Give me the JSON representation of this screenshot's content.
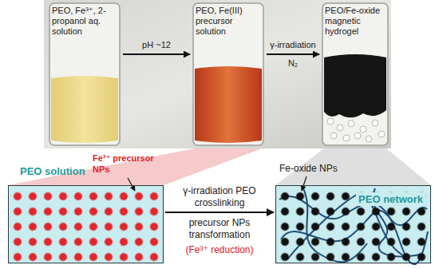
{
  "diagram": {
    "nodes": [
      {
        "text": [
          "PEO, Fe³⁺, 2-propanol aq. solution"
        ]
      },
      {
        "text": [
          "PEO, Fe(III) precursor solution"
        ]
      },
      {
        "text": [
          "PEO/Fe-oxide magnetic hydrogel"
        ]
      },
      {
        "text": [
          "PEO solution"
        ]
      },
      {
        "text": [
          "PEO network"
        ]
      }
    ],
    "edges": [
      {
        "from": 0,
        "to": 1,
        "label": "pH ~12",
        "arrow": "to"
      },
      {
        "from": 1,
        "to": 2,
        "label": "γ-irradiation",
        "arrow": "to"
      },
      {
        "from": 3,
        "to": 4,
        "label": "γ-irradiation PEO crosslinking",
        "arrow": "to"
      }
    ],
    "labels": [
      "N₂",
      "Fe³⁺ precursor NPs",
      "Fe-oxide NPs",
      "precursor NPs transformation",
      "(Fe³⁺ reduction)"
    ]
  }
}
